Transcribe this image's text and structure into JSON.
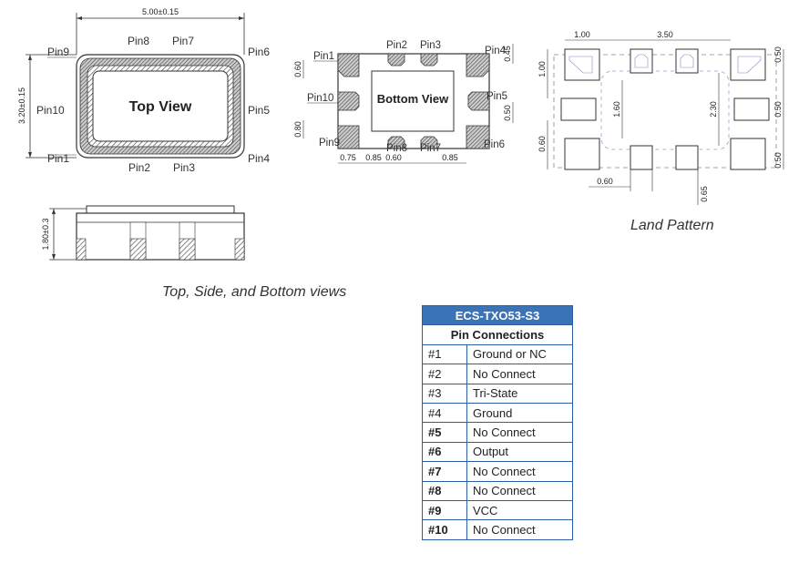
{
  "top_view": {
    "dim_width": "5.00±0.15",
    "dim_height": "3.20±0.15",
    "label": "Top View",
    "pins": {
      "pin1": "Pin1",
      "pin2": "Pin2",
      "pin3": "Pin3",
      "pin4": "Pin4",
      "pin5": "Pin5",
      "pin6": "Pin6",
      "pin7": "Pin7",
      "pin8": "Pin8",
      "pin9": "Pin9",
      "pin10": "Pin10"
    }
  },
  "side_view": {
    "dim_height": "1.80±0.3"
  },
  "bottom_view": {
    "label": "Bottom View",
    "pins": {
      "pin1": "Pin1",
      "pin2": "Pin2",
      "pin3": "Pin3",
      "pin4": "Pin4",
      "pin5": "Pin5",
      "pin6": "Pin6",
      "pin7": "Pin7",
      "pin8": "Pin8",
      "pin9": "Pin9",
      "pin10": "Pin10"
    },
    "dims": {
      "d_060": "0.60",
      "d_080": "0.80",
      "d_045": "0.45",
      "d_050": "0.50",
      "b_075": "0.75",
      "b_085a": "0.85",
      "b_060": "0.60",
      "b_085b": "0.85"
    }
  },
  "land_pattern": {
    "dims": {
      "top_100": "1.00",
      "top_350": "3.50",
      "left_100": "1.00",
      "left_060": "0.60",
      "mid_160": "1.60",
      "mid_230": "2.30",
      "right_050a": "0.50",
      "right_050b": "0.50",
      "right_050c": "0.50",
      "bottom_060": "0.60",
      "bottom_065": "0.65"
    }
  },
  "captions": {
    "views": "Top, Side, and Bottom views",
    "land": "Land Pattern"
  },
  "table": {
    "title": "ECS-TXO53-S3",
    "subtitle": "Pin Connections",
    "rows": [
      {
        "num": "#1",
        "func": "Ground or NC",
        "bold": false
      },
      {
        "num": "#2",
        "func": "No Connect",
        "bold": false
      },
      {
        "num": "#3",
        "func": "Tri-State",
        "bold": false
      },
      {
        "num": "#4",
        "func": "Ground",
        "bold": false
      },
      {
        "num": "#5",
        "func": "No Connect",
        "bold": true
      },
      {
        "num": "#6",
        "func": "Output",
        "bold": true
      },
      {
        "num": "#7",
        "func": "No Connect",
        "bold": true
      },
      {
        "num": "#8",
        "func": "No Connect",
        "bold": true
      },
      {
        "num": "#9",
        "func": "VCC",
        "bold": true
      },
      {
        "num": "#10",
        "func": "No Connect",
        "bold": true
      }
    ]
  }
}
